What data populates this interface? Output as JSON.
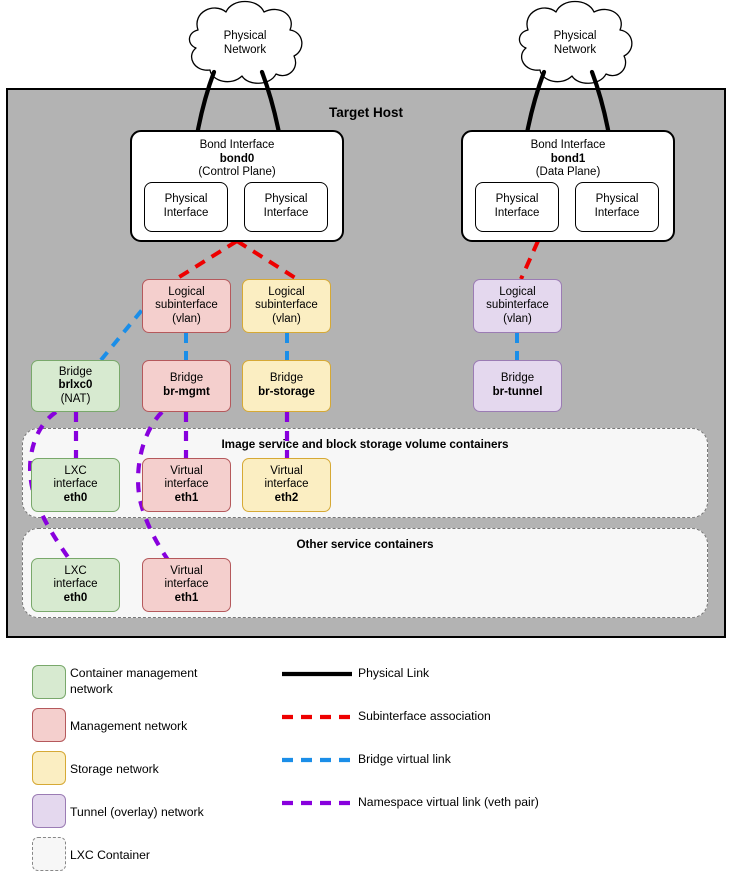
{
  "diagram": {
    "host": {
      "title": "Target Host"
    },
    "clouds": [
      {
        "id": "cloud-left",
        "line1": "Physical",
        "line2": "Network"
      },
      {
        "id": "cloud-right",
        "line1": "Physical",
        "line2": "Network"
      }
    ],
    "bonds": [
      {
        "id": "bond0",
        "title": "Bond Interface",
        "name": "bond0",
        "plane": "(Control Plane)",
        "interfaces": [
          {
            "line1": "Physical",
            "line2": "Interface"
          },
          {
            "line1": "Physical",
            "line2": "Interface"
          }
        ]
      },
      {
        "id": "bond1",
        "title": "Bond Interface",
        "name": "bond1",
        "plane": "(Data Plane)",
        "interfaces": [
          {
            "line1": "Physical",
            "line2": "Interface"
          },
          {
            "line1": "Physical",
            "line2": "Interface"
          }
        ]
      }
    ],
    "subinterfaces": [
      {
        "id": "subif-mgmt",
        "line1": "Logical",
        "line2": "subinterface",
        "line3": "(vlan)",
        "color": "red"
      },
      {
        "id": "subif-storage",
        "line1": "Logical",
        "line2": "subinterface",
        "line3": "(vlan)",
        "color": "yellow"
      },
      {
        "id": "subif-tunnel",
        "line1": "Logical",
        "line2": "subinterface",
        "line3": "(vlan)",
        "color": "purple"
      }
    ],
    "bridges": [
      {
        "id": "bridge-brlxc0",
        "line1": "Bridge",
        "name": "brlxc0",
        "line3": "(NAT)",
        "color": "green"
      },
      {
        "id": "bridge-br-mgmt",
        "line1": "Bridge",
        "name": "br-mgmt",
        "line3": "",
        "color": "red"
      },
      {
        "id": "bridge-br-storage",
        "line1": "Bridge",
        "name": "br-storage",
        "line3": "",
        "color": "yellow"
      },
      {
        "id": "bridge-br-tunnel",
        "line1": "Bridge",
        "name": "br-tunnel",
        "line3": "",
        "color": "purple"
      }
    ],
    "container_panels": [
      {
        "id": "panel-image-storage",
        "title": "Image service and block storage volume containers",
        "interfaces": [
          {
            "id": "if-eth0-a",
            "line1": "LXC",
            "line2": "interface",
            "name": "eth0",
            "color": "green"
          },
          {
            "id": "if-eth1-a",
            "line1": "Virtual",
            "line2": "interface",
            "name": "eth1",
            "color": "red"
          },
          {
            "id": "if-eth2-a",
            "line1": "Virtual",
            "line2": "interface",
            "name": "eth2",
            "color": "yellow"
          }
        ]
      },
      {
        "id": "panel-other-services",
        "title": "Other service containers",
        "interfaces": [
          {
            "id": "if-eth0-b",
            "line1": "LXC",
            "line2": "interface",
            "name": "eth0",
            "color": "green"
          },
          {
            "id": "if-eth1-b",
            "line1": "Virtual",
            "line2": "interface",
            "name": "eth1",
            "color": "red"
          }
        ]
      }
    ]
  },
  "legend": {
    "swatches": [
      {
        "id": "legend-container-management",
        "label": "Container management\nnetwork",
        "fill": "#d7ead0",
        "stroke": "#79a86b",
        "dashed": false
      },
      {
        "id": "legend-management",
        "label": "Management network",
        "fill": "#f4cfcd",
        "stroke": "#b5595c",
        "dashed": false
      },
      {
        "id": "legend-storage",
        "label": "Storage network",
        "fill": "#fbeec2",
        "stroke": "#d6a935",
        "dashed": false
      },
      {
        "id": "legend-tunnel",
        "label": "Tunnel (overlay) network",
        "fill": "#e4d8ee",
        "stroke": "#9b7cb4",
        "dashed": false
      },
      {
        "id": "legend-lxc-container",
        "label": "LXC Container",
        "fill": "#f7f7f7",
        "stroke": "#888888",
        "dashed": true
      }
    ],
    "lines": [
      {
        "id": "legend-physical-link",
        "label": "Physical Link",
        "color": "#000000",
        "dashed": false
      },
      {
        "id": "legend-subif-assoc",
        "label": "Subinterface association",
        "color": "#ee0000",
        "dashed": true
      },
      {
        "id": "legend-bridge-link",
        "label": "Bridge virtual link",
        "color": "#1b8ee8",
        "dashed": true
      },
      {
        "id": "legend-namespace-link",
        "label": "Namespace virtual link (veth pair)",
        "color": "#8800dd",
        "dashed": true
      }
    ]
  },
  "colors": {
    "host_fill": "#b3b3b3",
    "green": "#d7ead0",
    "red": "#f4cfcd",
    "yellow": "#fbeec2",
    "purple": "#e4d8ee",
    "physical_link": "#000000",
    "subinterface_link": "#ee0000",
    "bridge_link": "#1b8ee8",
    "namespace_link": "#8800dd"
  }
}
